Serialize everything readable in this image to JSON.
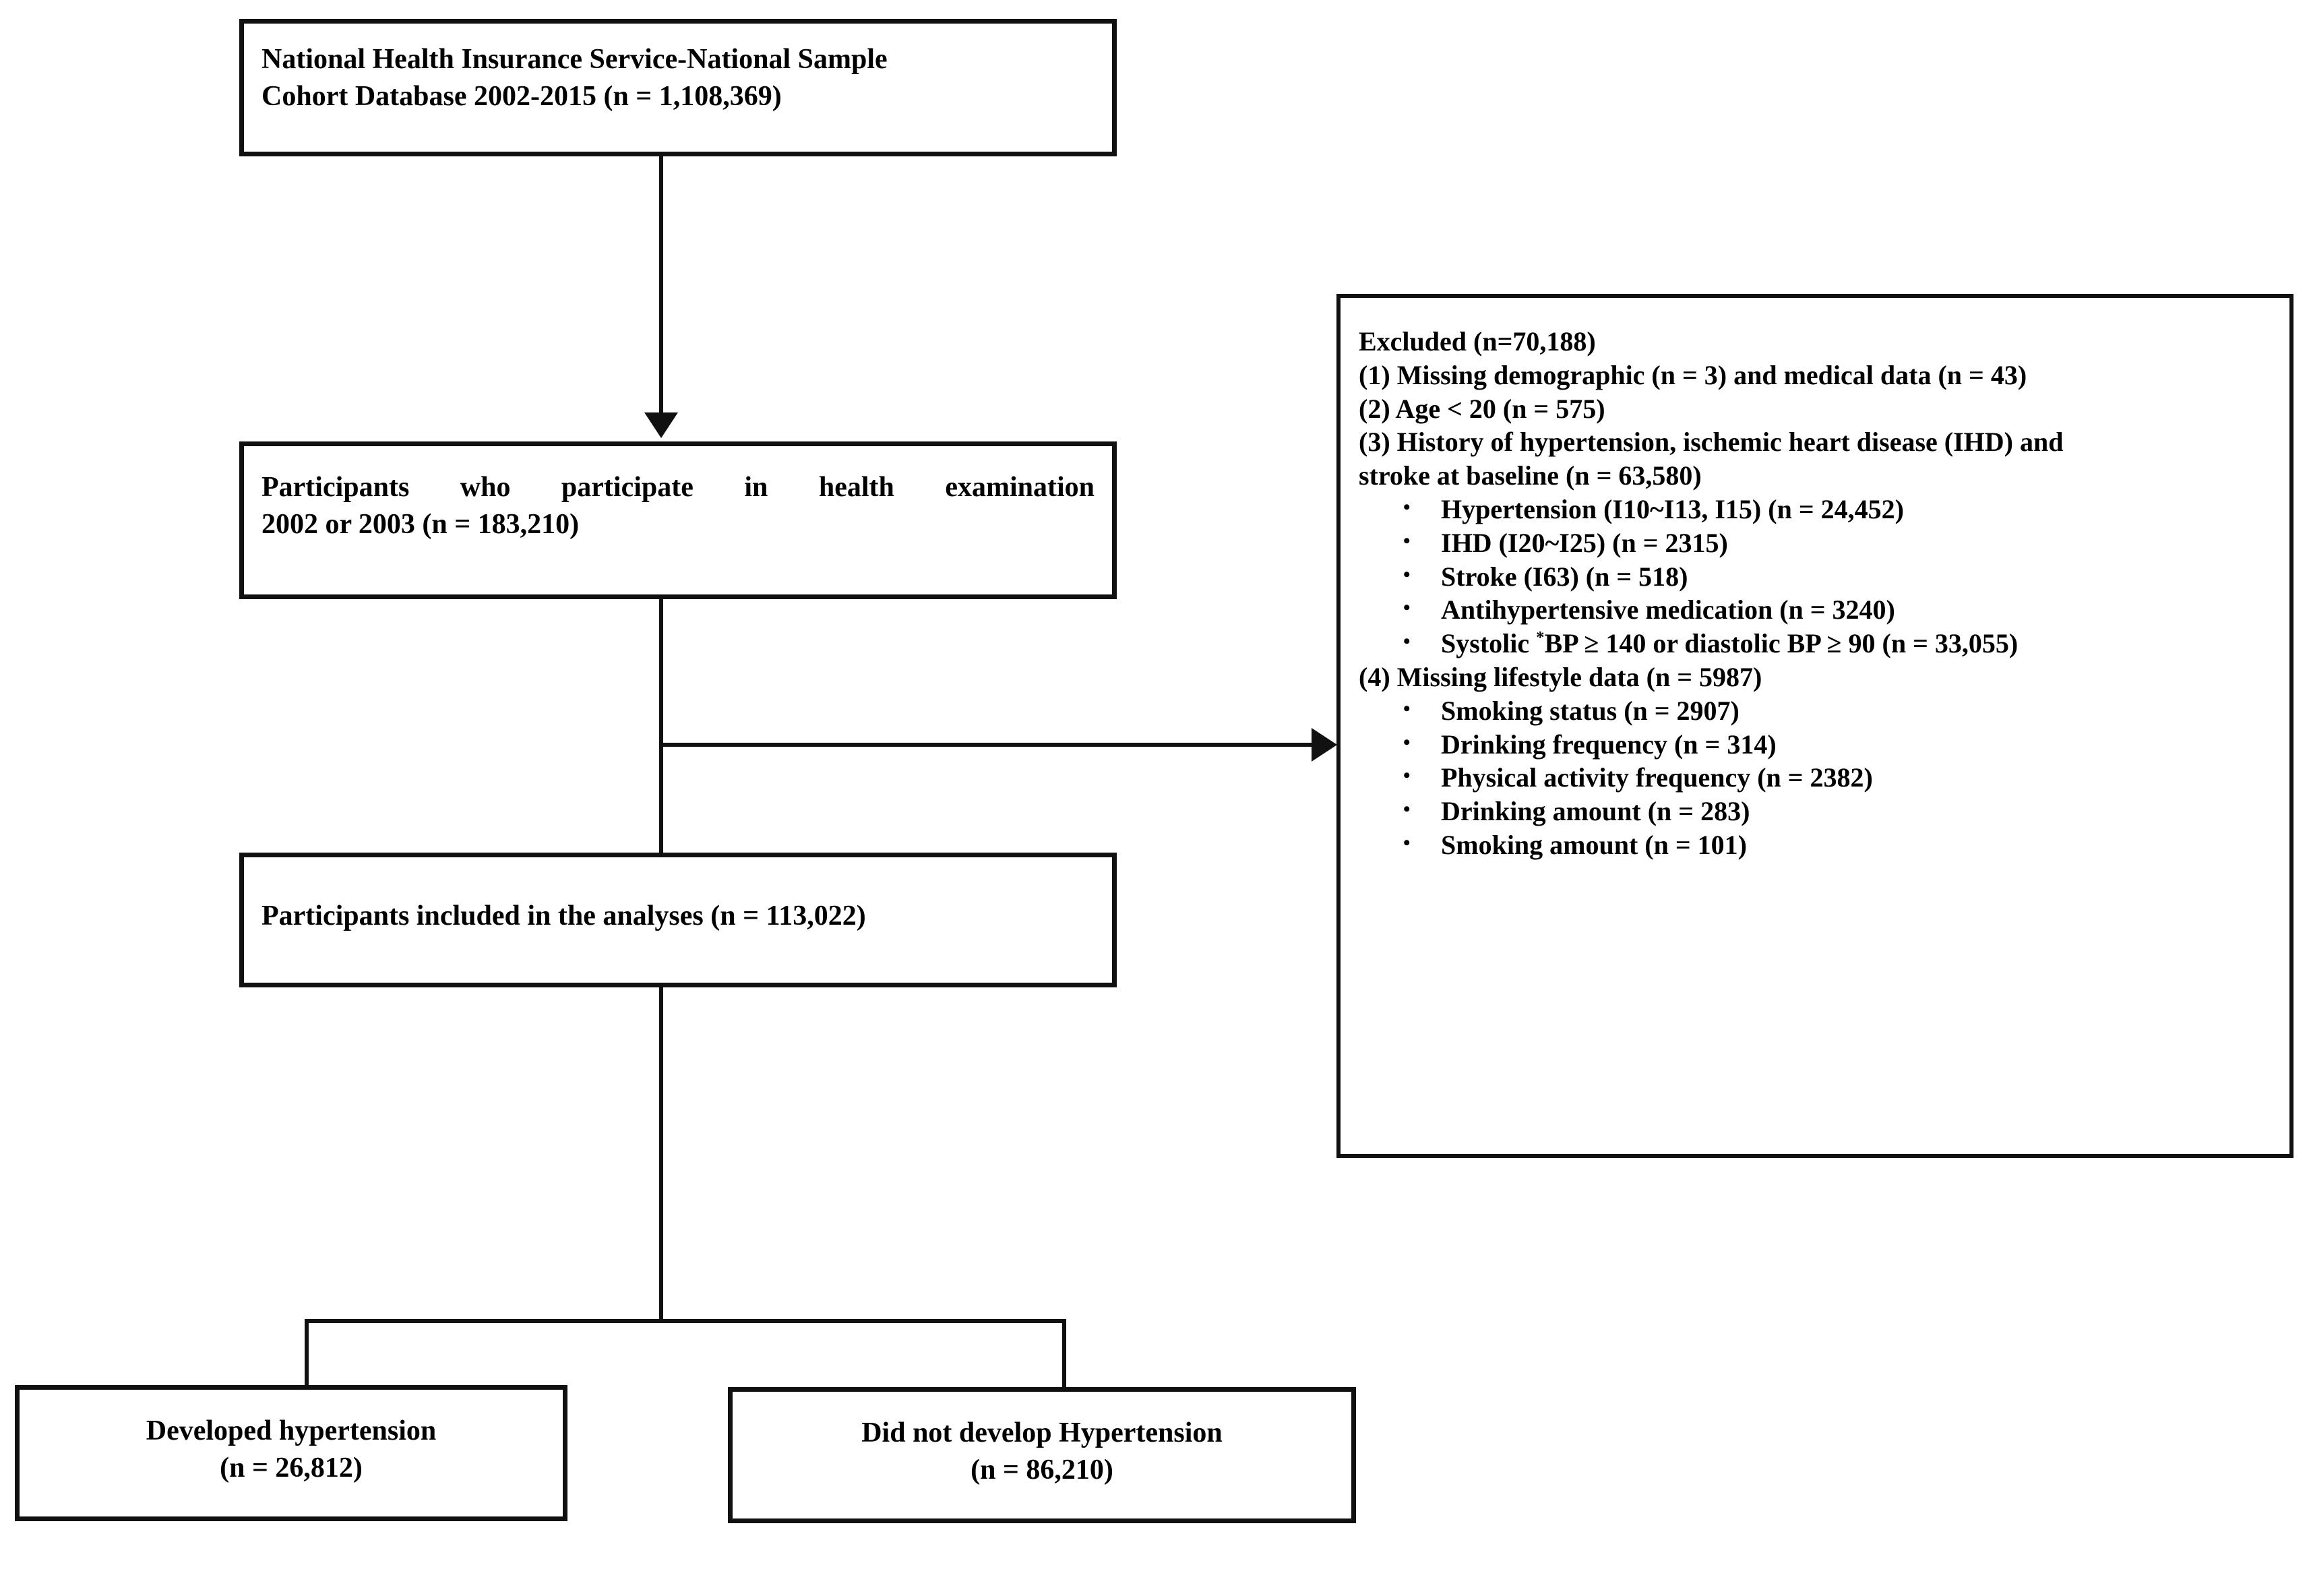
{
  "diagram": {
    "type": "participant-flow-chart",
    "title": "Study participant selection flow",
    "boxes": {
      "source": {
        "line1": "National Health Insurance Service-National Sample",
        "line2": "Cohort Database 2002-2015 (n = 1,108,369)"
      },
      "participants": {
        "line1": "Participants who participate in health examination",
        "line2": "2002 or 2003 (n = 183,210)"
      },
      "included": {
        "line1": "Participants included in the analyses (n = 113,022)"
      },
      "developed": {
        "line1": "Developed hypertension",
        "line2": "(n = 26,812)"
      },
      "not_developed": {
        "line1": "Did not develop Hypertension",
        "line2": "(n = 86,210)"
      }
    },
    "excluded": {
      "heading": "Excluded (n=70,188)",
      "items": [
        {
          "label": "(1) Missing demographic (n = 3) and medical data (n = 43)",
          "subitems": []
        },
        {
          "label": "(2) Age < 20 (n = 575)",
          "subitems": []
        },
        {
          "label": "(3) History of hypertension, ischemic heart disease (IHD) and stroke at baseline (n = 63,580)",
          "subitems": [
            "Hypertension (I10~I13, I15) (n = 24,452)",
            "IHD (I20~I25) (n = 2315)",
            "Stroke (I63) (n = 518)",
            "Antihypertensive medication (n = 3240)",
            "Systolic *BP ≥ 140 or diastolic BP ≥ 90 (n = 33,055)"
          ]
        },
        {
          "label": "(4) Missing lifestyle data (n = 5987)",
          "subitems": [
            "Smoking status (n = 2907)",
            "Drinking frequency (n = 314)",
            "Physical activity frequency (n = 2382)",
            "Drinking amount (n = 283)",
            "Smoking amount (n = 101)"
          ]
        }
      ],
      "sub3_parts": {
        "s1_a": "Hypertension (I10~I13, I15) (n = 24,452)",
        "s2_a": "IHD (I20~I25) (n = 2315)",
        "s3_a": "Stroke (I63) (n = 518)",
        "s4_a": "Antihypertensive medication (n = 3240)",
        "s5_pre": "Systolic ",
        "s5_star": "*",
        "s5_post": "BP ≥ 140 or diastolic BP ≥ 90 (n = 33,055)"
      },
      "item3_line_a": "(3) History of hypertension, ischemic heart disease (IHD) and",
      "item3_line_b": "stroke at baseline (n = 63,580)",
      "sub4_parts": {
        "s1": "Smoking status (n = 2907)",
        "s2": "Drinking frequency (n = 314)",
        "s3": "Physical activity frequency (n = 2382)",
        "s4": "Drinking amount (n = 283)",
        "s5": "Smoking amount (n = 101)"
      },
      "bullet_glyph": "•"
    },
    "colors": {
      "line": "#111111",
      "text": "#000000",
      "background": "#ffffff"
    }
  }
}
